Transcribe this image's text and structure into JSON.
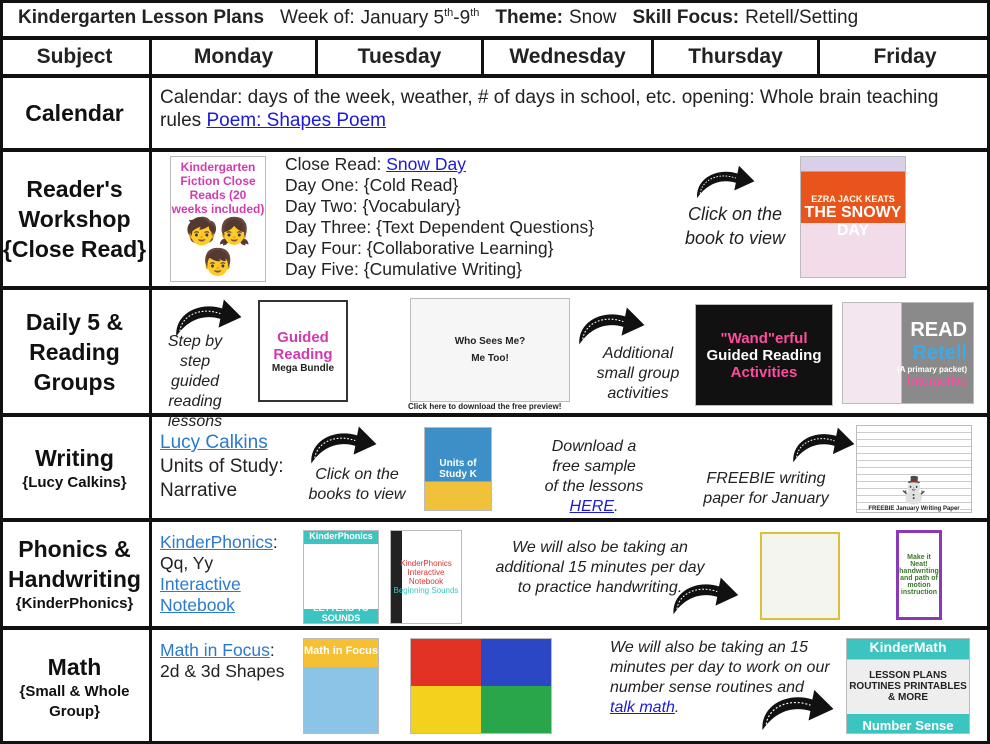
{
  "header": {
    "title": "Kindergarten Lesson Plans",
    "week_label": "Week of:",
    "week_value": "January 5",
    "week_sup1": "th",
    "week_sep": "-9",
    "week_sup2": "th",
    "theme_label": "Theme:",
    "theme_value": "Snow",
    "skill_label": "Skill Focus:",
    "skill_value": "Retell/Setting"
  },
  "days": [
    "Subject",
    "Monday",
    "Tuesday",
    "Wednesday",
    "Thursday",
    "Friday"
  ],
  "calendar": {
    "subject": "Calendar",
    "text": "Calendar: days of the week, weather, # of days in school, etc. opening: Whole brain teaching rules",
    "link": "Poem: Shapes Poem"
  },
  "readers": {
    "subject1": "Reader's",
    "subject2": "Workshop",
    "subject3": "{Close Read}",
    "close_read_label": "Close Read:",
    "close_read_link": "Snow Day",
    "days": [
      "Day One: {Cold Read}",
      "Day Two: {Vocabulary}",
      "Day Three: {Text Dependent Questions}",
      "Day Four:  {Collaborative Learning}",
      "Day Five: {Cumulative Writing}"
    ],
    "note": "Click on the book to view",
    "cover1": "Kindergarten Fiction Close Reads (20 weeks included)",
    "cover2_author": "EZRA JACK KEATS",
    "cover2_title": "THE SNOWY DAY"
  },
  "daily5": {
    "subject1": "Daily 5 &",
    "subject2": "Reading",
    "subject3": "Groups",
    "note1": "Step by step guided reading lessons",
    "cover1_a": "Guided",
    "cover1_b": "Reading",
    "cover1_c": "Mega Bundle",
    "preview_caption": "Click here to download the free preview!",
    "preview_a": "Who Sees Me?",
    "preview_b": "Me Too!",
    "note2": "Additional small group activities",
    "cover2_a": "\"Wand\"erful",
    "cover2_b": "Guided Reading",
    "cover2_c": "Activities",
    "cover3_a": "READ",
    "cover3_b": "Retell",
    "cover3_c": "(A primary packet)",
    "cover3_d": "interactive"
  },
  "writing": {
    "subject1": "Writing",
    "subject2": "{Lucy Calkins}",
    "link": "Lucy Calkins",
    "text1": "Units of Study:",
    "text2": "Narrative",
    "note1": "Click on the books to view",
    "cover": "Units of Study K",
    "note2_pre": "Download a free sample of the lessons ",
    "note2_link": "HERE",
    "note2_post": ".",
    "note3": "FREEBIE writing paper for January",
    "paper_caption": "FREEBIE January Writing Paper"
  },
  "phonics": {
    "subject1": "Phonics &",
    "subject2": "Handwriting",
    "subject3": "{KinderPhonics}",
    "link1": "KinderPhonics",
    "colon": ":",
    "text1": "Qq, Yy",
    "link2": "Interactive",
    "link3": "Notebook",
    "cover1_a": "KinderPhonics",
    "cover1_b": "LETTERS TO SOUNDS",
    "cover2_a": "KinderPhonics Interactive Notebook",
    "cover2_b": "Beginning Sounds",
    "note": "We will also be taking an additional 15 minutes per day to practice handwriting.",
    "cover3": "Make it Neat! handwriting and path of motion instruction"
  },
  "math": {
    "subject1": "Math",
    "subject2": "{Small & Whole",
    "subject3": "Group}",
    "link": "Math in Focus",
    "colon": ":",
    "text": "2d & 3d Shapes",
    "cover1": "Math in Focus",
    "note_pre": "We will also be taking an 15 minutes per day to work on our number sense routines and ",
    "note_link": "talk math",
    "note_post": ".",
    "cover2_a": "KinderMath",
    "cover2_b": "LESSON PLANS ROUTINES PRINTABLES & MORE",
    "cover2_c": "Number Sense"
  }
}
